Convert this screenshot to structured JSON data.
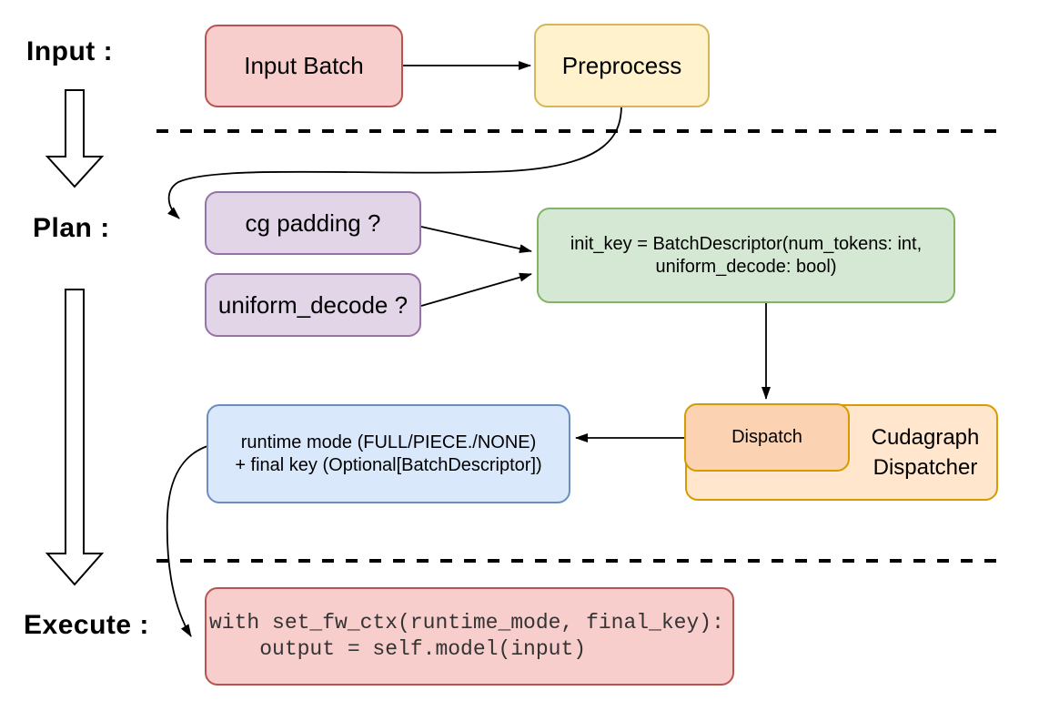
{
  "sections": {
    "input_label": "Input :",
    "plan_label": "Plan :",
    "execute_label": "Execute :"
  },
  "nodes": {
    "input_batch": {
      "label": "Input Batch",
      "fill": "#F8CECC",
      "stroke": "#B85450"
    },
    "preprocess": {
      "label": "Preprocess",
      "fill": "#FFF2CC",
      "stroke": "#D6B656"
    },
    "cg_padding": {
      "label": "cg padding ?",
      "fill": "#E1D5E7",
      "stroke": "#9673A6"
    },
    "uniform_decode": {
      "label": "uniform_decode ?",
      "fill": "#E1D5E7",
      "stroke": "#9673A6"
    },
    "init_key": {
      "line1": "init_key = BatchDescriptor(num_tokens: int,",
      "line2": "uniform_decode: bool)",
      "fill": "#D5E8D4",
      "stroke": "#82B366"
    },
    "cudagraph_dispatcher": {
      "line1": "Cudagraph",
      "line2": "Dispatcher",
      "fill": "#FFE6CC",
      "stroke": "#D79B00"
    },
    "dispatch": {
      "label": "Dispatch",
      "fill": "#FBD3B3",
      "stroke": "#D79B00"
    },
    "runtime_mode": {
      "line1": "runtime mode (FULL/PIECE./NONE)",
      "line2": "+ final key (Optional[BatchDescriptor])",
      "fill": "#DAE8FC",
      "stroke": "#6C8EBF"
    },
    "execute_code": {
      "line1": "with set_fw_ctx(runtime_mode, final_key):",
      "line2": "    output = self.model(input)",
      "fill": "#F8CECC",
      "stroke": "#B85450",
      "text_color": "#333333"
    }
  },
  "colors": {
    "wire": "#000000",
    "background": "#ffffff"
  }
}
